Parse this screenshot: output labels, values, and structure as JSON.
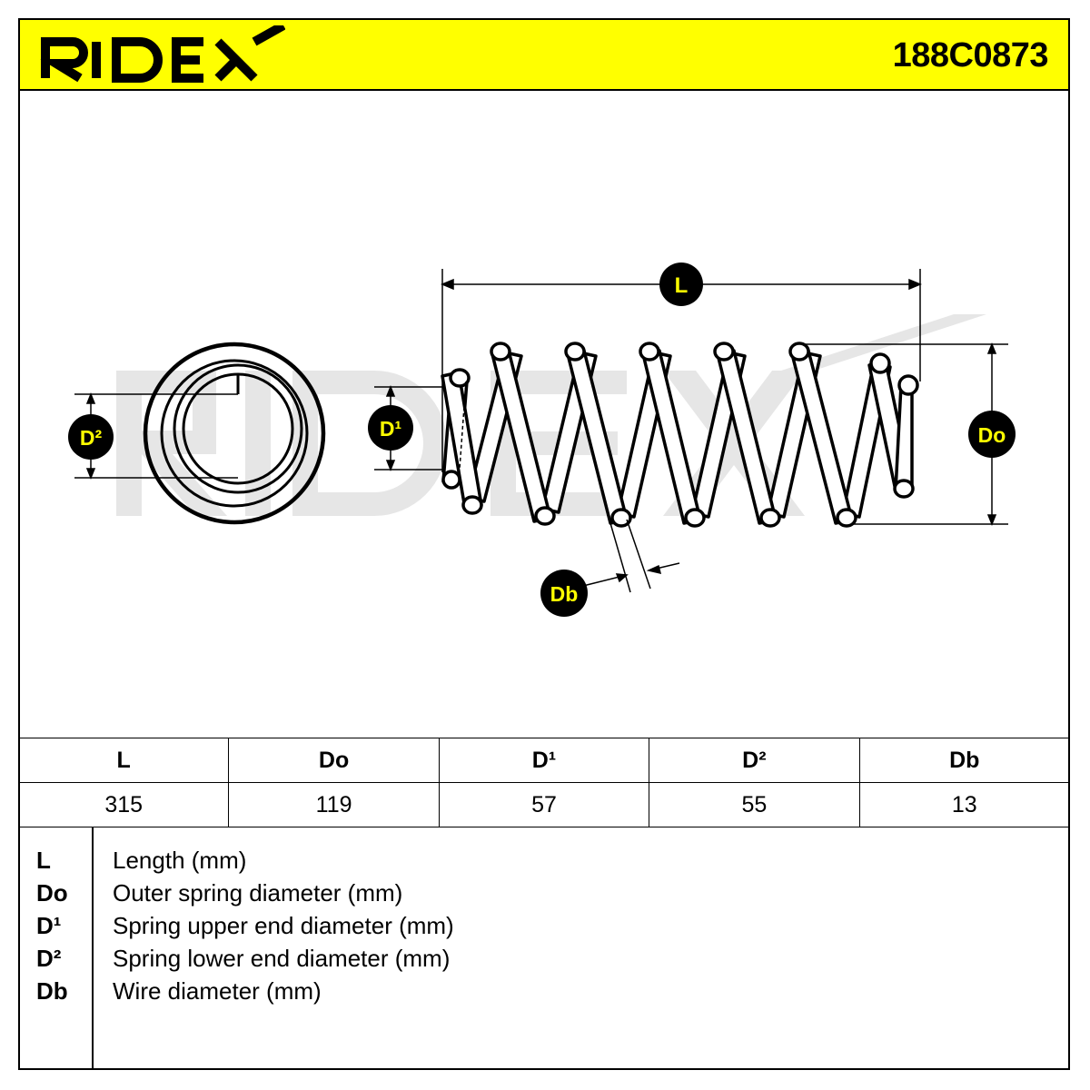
{
  "header": {
    "brand": "RIDEX",
    "part_number": "188C0873"
  },
  "diagram": {
    "watermark": "RIDEX",
    "labels": {
      "L": "L",
      "Do": "Do",
      "D1": "D¹",
      "D2": "D²",
      "Db": "Db"
    },
    "colors": {
      "badge_fill": "#000000",
      "badge_text": "#ffff00",
      "watermark": "#e6e6e6"
    }
  },
  "spec_table": {
    "headers": [
      "L",
      "Do",
      "D¹",
      "D²",
      "Db"
    ],
    "values": [
      "315",
      "119",
      "57",
      "55",
      "13"
    ]
  },
  "legend": [
    {
      "symbol": "L",
      "description": "Length (mm)"
    },
    {
      "symbol": "Do",
      "description": "Outer spring diameter (mm)"
    },
    {
      "symbol": "D¹",
      "description": "Spring upper end diameter (mm)"
    },
    {
      "symbol": "D²",
      "description": "Spring lower end diameter (mm)"
    },
    {
      "symbol": "Db",
      "description": "Wire diameter (mm)"
    }
  ],
  "colors": {
    "header_bg": "#ffff00",
    "line": "#000000"
  }
}
